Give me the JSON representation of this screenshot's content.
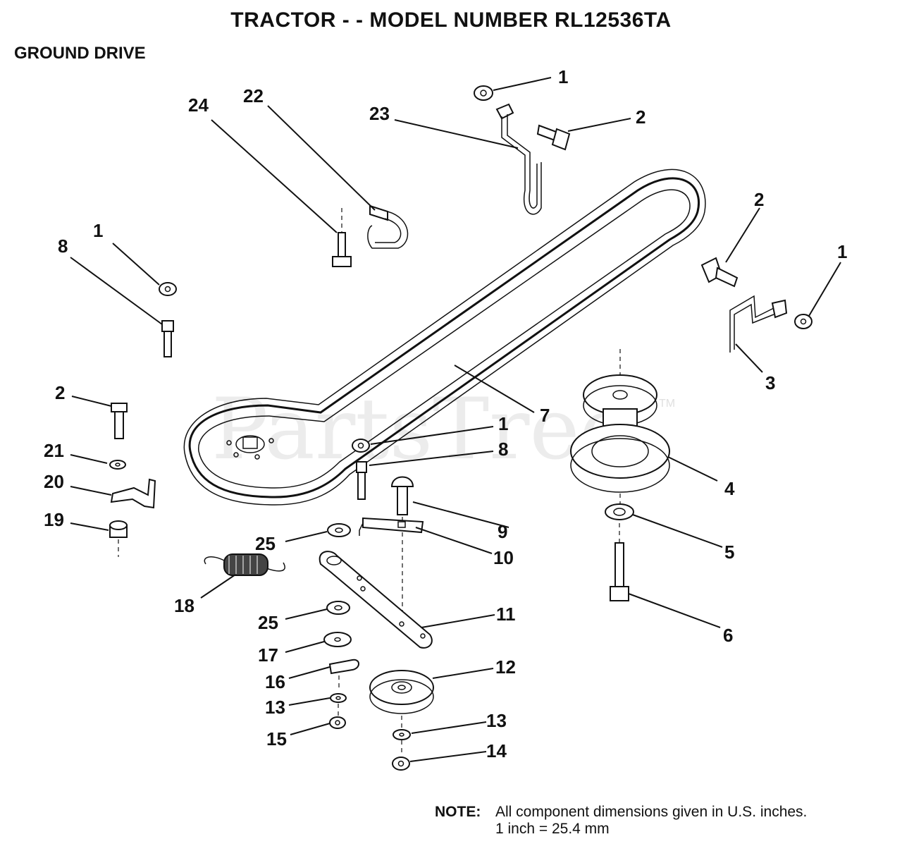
{
  "header": {
    "title": "TRACTOR - - MODEL NUMBER RL12536TA",
    "subtitle": "GROUND DRIVE"
  },
  "watermark": {
    "text": "PartsTree",
    "mark": "TM"
  },
  "note": {
    "label": "NOTE:",
    "line1": "All component dimensions given in U.S. inches.",
    "line2": "1 inch = 25.4 mm"
  },
  "callouts": {
    "c1_top": "1",
    "c2_top": "2",
    "c23": "23",
    "c22": "22",
    "c24": "24",
    "c2_right": "2",
    "c1_right": "1",
    "c3": "3",
    "c1_left": "1",
    "c8_left": "8",
    "c2_left": "2",
    "c21": "21",
    "c20": "20",
    "c19": "19",
    "c7": "7",
    "c1_mid": "1",
    "c8_mid": "8",
    "c4": "4",
    "c9": "9",
    "c10": "10",
    "c25_upper": "25",
    "c5": "5",
    "c18": "18",
    "c6": "6",
    "c11": "11",
    "c25_lower": "25",
    "c17": "17",
    "c16": "16",
    "c12": "12",
    "c13_left": "13",
    "c15": "15",
    "c13_right": "13",
    "c14": "14"
  },
  "colors": {
    "ink": "#111111",
    "watermark": "#ececec",
    "background": "#ffffff"
  }
}
